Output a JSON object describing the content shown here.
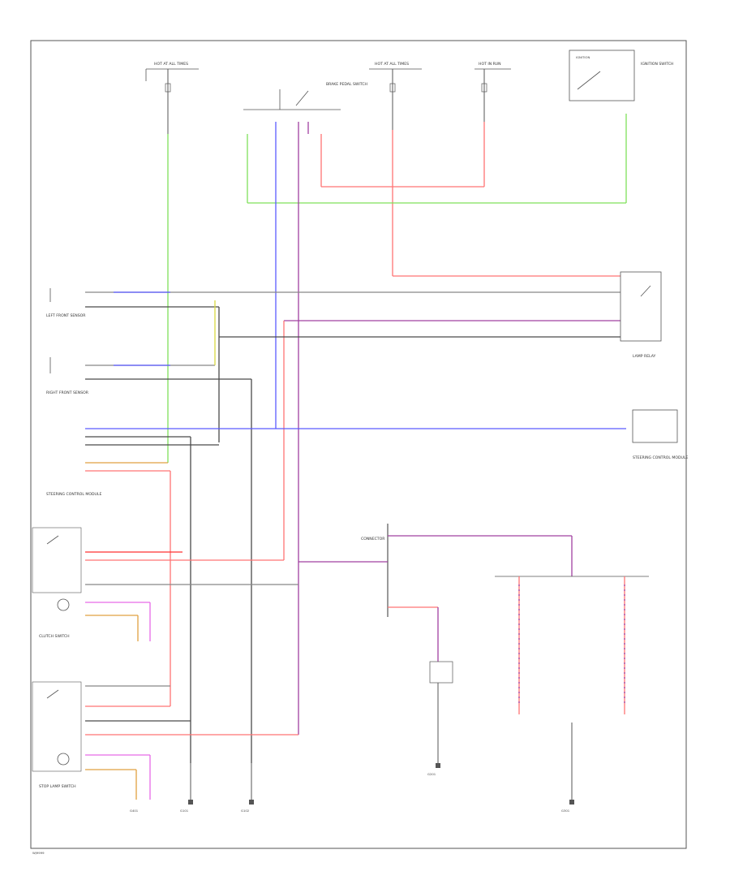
{
  "colors": {
    "black": "#4a4a4a",
    "green": "#7fe05a",
    "blue": "#5a5aff",
    "red": "#ff7373",
    "violet": "#a040a0",
    "pink": "#e86ae8",
    "yellow": "#d8d840",
    "orange": "#e0a040",
    "gray": "#888888"
  },
  "footer": {
    "code": "WJ9999"
  },
  "labels": {
    "top_left_box": "HOT AT ALL TIMES",
    "top_mid_box": "HOT AT ALL TIMES",
    "top_right_box": "HOT IN RUN",
    "ign_switch": "IGNITION SWITCH",
    "brake_switch": "BRAKE PEDAL SWITCH",
    "left_sensor": "LEFT FRONT SENSOR",
    "right_sensor": "RIGHT FRONT SENSOR",
    "controller": "STEERING CONTROL MODULE",
    "relay_right": "LAMP RELAY",
    "clutch_sw": "CLUTCH SWITCH",
    "center_conn": "CONNECTOR",
    "bottom_left_switch": "STOP LAMP SWITCH",
    "gnd_1": "G101",
    "gnd_2": "G102",
    "gnd_3": "G201",
    "gnd_4": "G301",
    "gnd_5": "G401"
  }
}
